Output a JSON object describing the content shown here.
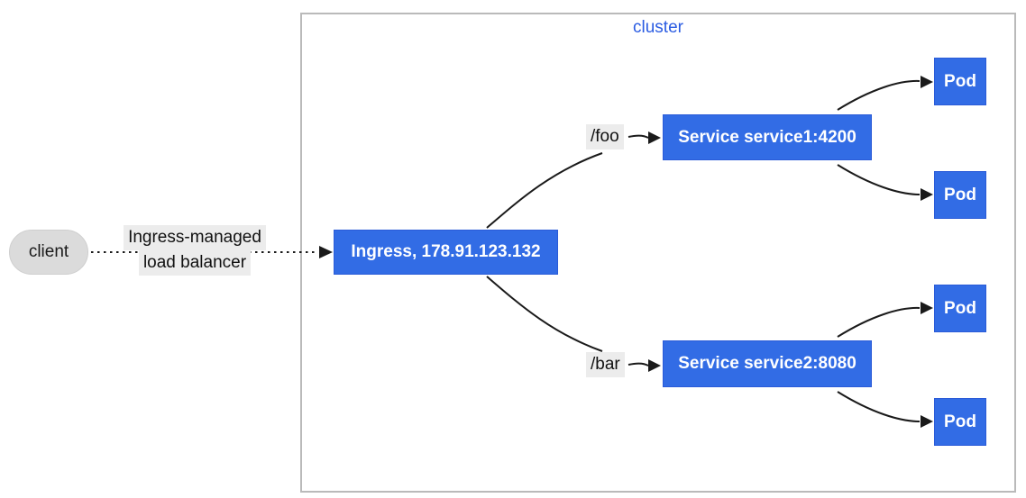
{
  "diagram": {
    "cluster_label": "cluster",
    "client": {
      "label": "client"
    },
    "load_balancer_label": {
      "line1": "Ingress-managed",
      "line2": "load balancer"
    },
    "ingress": {
      "label": "Ingress, 178.91.123.132"
    },
    "routes": {
      "foo": "/foo",
      "bar": "/bar"
    },
    "services": [
      {
        "label": "Service service1:4200"
      },
      {
        "label": "Service service2:8080"
      }
    ],
    "pods": [
      {
        "label": "Pod"
      },
      {
        "label": "Pod"
      },
      {
        "label": "Pod"
      },
      {
        "label": "Pod"
      }
    ],
    "colors": {
      "node_fill": "#326ce5",
      "node_border": "#2a5bd8",
      "node_text": "#ffffff",
      "cluster_border": "#bababa",
      "cluster_text": "#2b5ce2",
      "client_fill": "#dbdbdb",
      "client_border": "#cfcfcf",
      "edge_label_bg": "#ececec",
      "edge_color": "#1a1a1a"
    }
  }
}
